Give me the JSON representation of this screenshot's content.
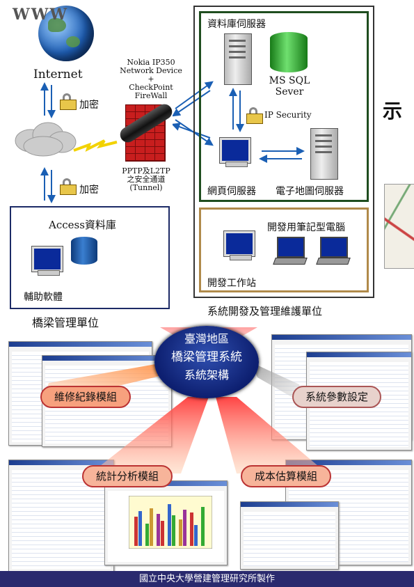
{
  "top": {
    "www": "WWW",
    "internet": "Internet",
    "encrypt_top": "加密",
    "encrypt_bottom": "加密",
    "firewall_label": [
      "Nokia IP350",
      "Network Device",
      "+",
      "CheckPoint",
      "FireWall"
    ],
    "tunnel_label": [
      "PPTP及L2TP",
      "之安全通道",
      "(Tunnel)"
    ],
    "access_db": "Access資料庫",
    "aux_software": "輔助軟體",
    "bridge_unit": "橋梁管理單位",
    "db_server": "資料庫伺服器",
    "ms_sql": [
      "MS SQL",
      "Sever"
    ],
    "ip_security": "IP Security",
    "web_server": "網頁伺服器",
    "map_server": "電子地圖伺服器",
    "dev_laptops": "開發用筆記型電腦",
    "dev_workstation": "開發工作站",
    "dev_unit": "系統開發及管理維護單位",
    "edge_glyph": "示"
  },
  "center": {
    "title_lines": [
      "臺灣地區",
      "橋梁管理系統",
      "系統架構"
    ]
  },
  "modules": {
    "maintenance": "維修紀錄模組",
    "params": "系統參數設定",
    "statistics": "統計分析模組",
    "cost": "成本估算模組"
  },
  "footer": {
    "text": "國立中央大學營建管理研究所製作"
  },
  "colors": {
    "dark_green_border": "#1f4d1f",
    "tan_border": "#b08a4a",
    "navy": "#1c2a66",
    "pill_fill": "#f6b49a",
    "pill_fill_gray": "#e6d4cf",
    "footer_bg": "#2a2a6e"
  }
}
